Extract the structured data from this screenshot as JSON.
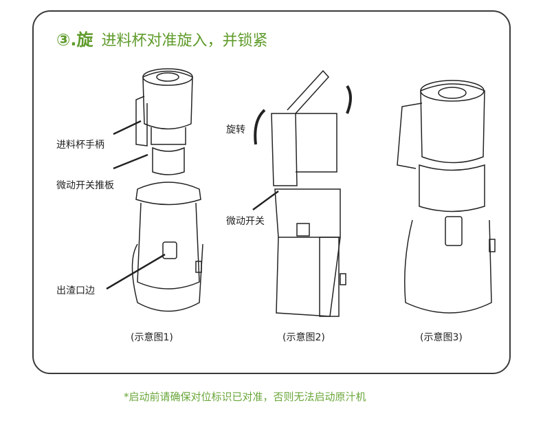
{
  "step": {
    "number": "③.旋",
    "text": "进料杯对准旋入，并锁紧"
  },
  "labels": {
    "handle": "进料杯手柄",
    "push_plate": "微动开关推板",
    "outlet": "出渣口边",
    "rotate": "旋转",
    "micro_switch": "微动开关"
  },
  "captions": [
    "(示意图1)",
    "(示意图2)",
    "(示意图3)"
  ],
  "note": "*启动前请确保对位标识已对准，否则无法启动原汁机",
  "colors": {
    "accent": "#5f9b2b",
    "note": "#6aa63a"
  }
}
